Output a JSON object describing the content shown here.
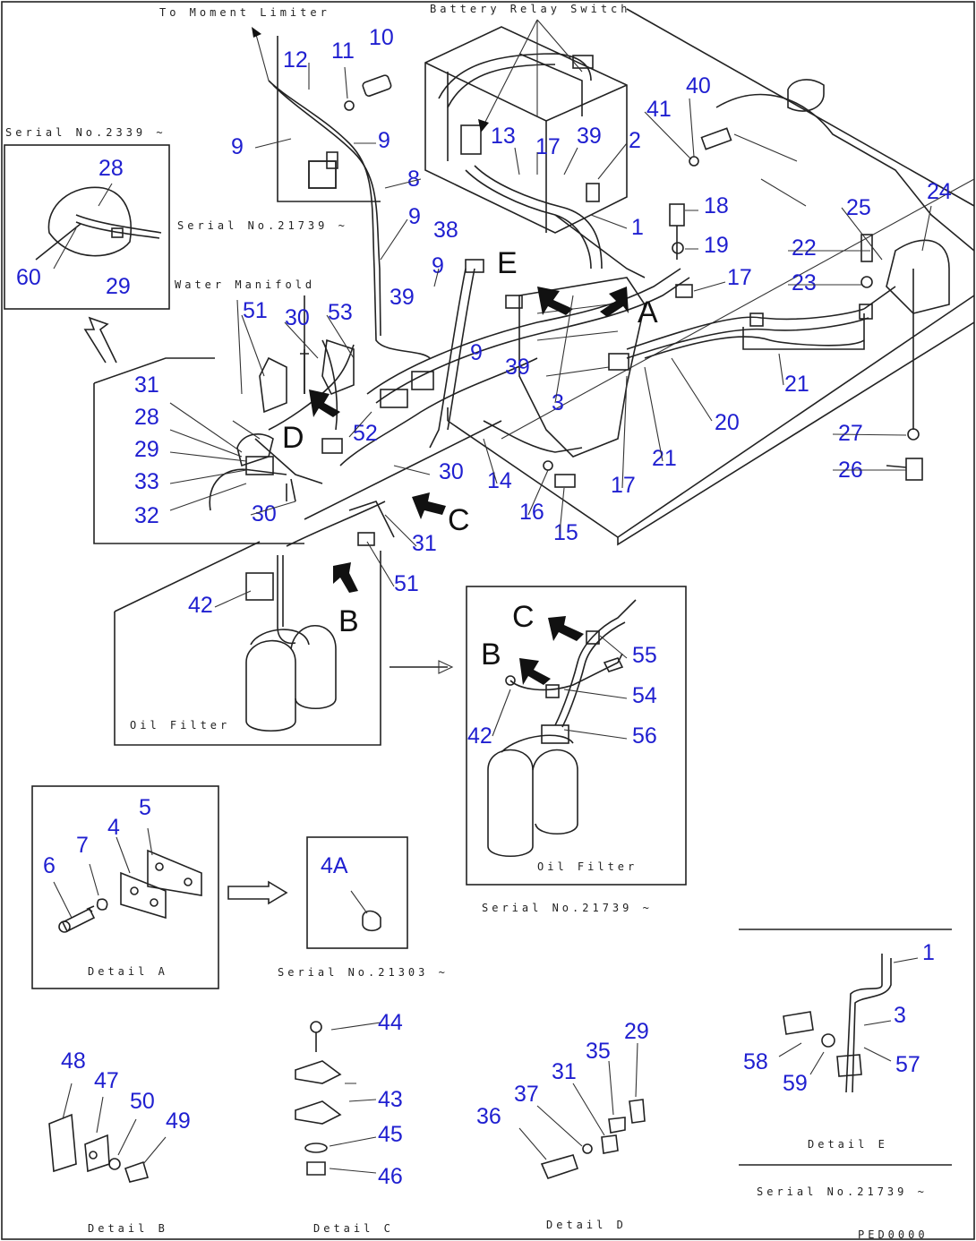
{
  "captions": {
    "to_moment_limiter": "To Moment Limiter",
    "battery_relay_switch": "Battery Relay Switch",
    "serial_2339": "Serial No.2339 ~",
    "serial_21739_top": "Serial No.21739 ~",
    "water_manifold": "Water Manifold",
    "oil_filter_main": "Oil Filter",
    "oil_filter_inset": "Oil Filter",
    "serial_21739_inset": "Serial No.21739 ~",
    "serial_21303": "Serial No.21303 ~",
    "detail_a": "Detail A",
    "detail_b": "Detail B",
    "detail_c": "Detail C",
    "detail_d": "Detail D",
    "detail_e": "Detail E",
    "serial_21739_e": "Serial No.21739 ~",
    "drawing_code": "PED0000"
  },
  "view_letters": [
    "A",
    "B",
    "C",
    "D",
    "E"
  ],
  "part_numbers": [
    "1",
    "2",
    "3",
    "4",
    "4A",
    "5",
    "6",
    "7",
    "8",
    "9",
    "10",
    "11",
    "12",
    "13",
    "14",
    "15",
    "16",
    "17",
    "18",
    "19",
    "20",
    "21",
    "22",
    "23",
    "24",
    "25",
    "26",
    "27",
    "28",
    "29",
    "30",
    "31",
    "32",
    "33",
    "35",
    "36",
    "37",
    "38",
    "39",
    "40",
    "41",
    "42",
    "43",
    "44",
    "45",
    "46",
    "47",
    "48",
    "49",
    "50",
    "51",
    "52",
    "53",
    "54",
    "55",
    "56",
    "57",
    "58",
    "59",
    "60"
  ]
}
